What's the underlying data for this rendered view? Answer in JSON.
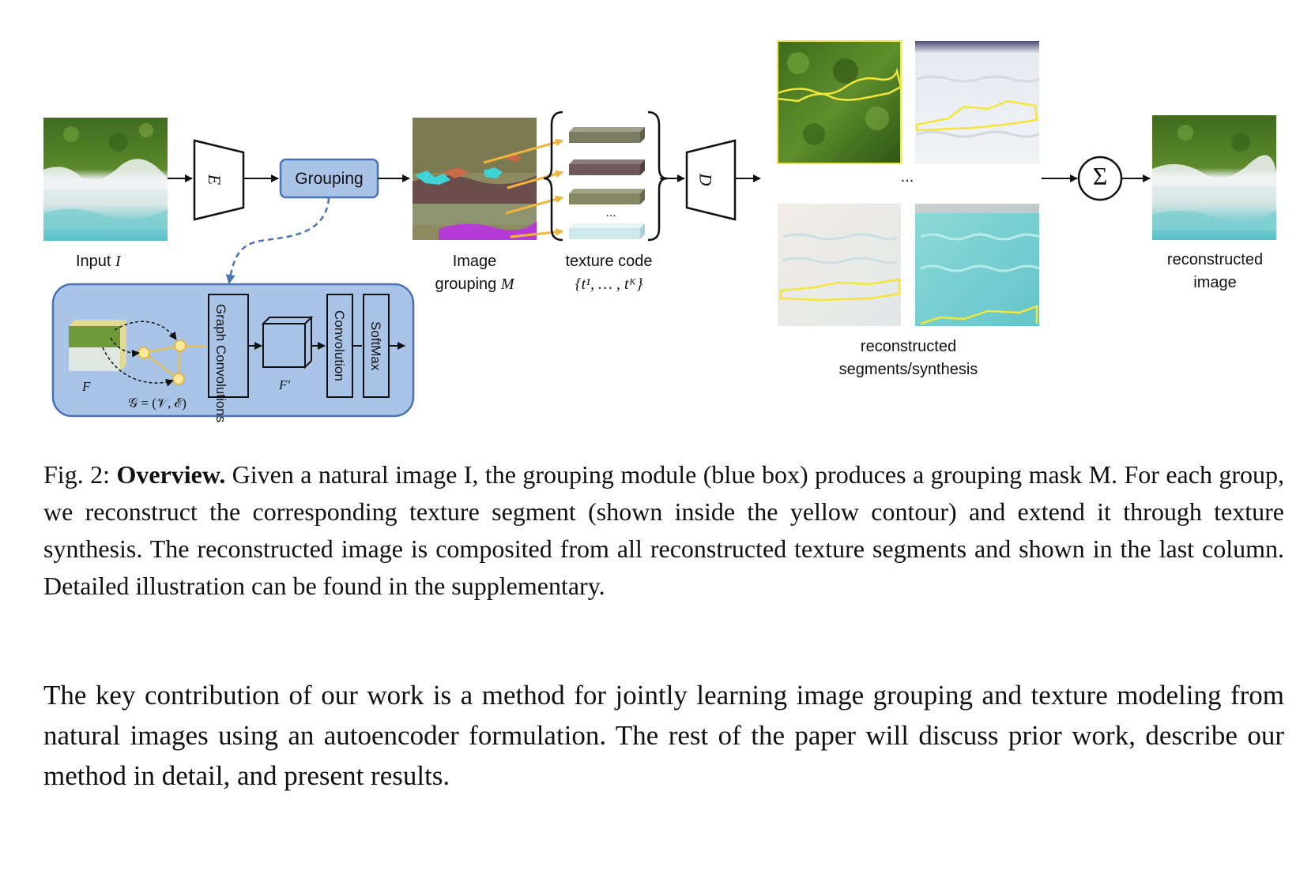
{
  "figure": {
    "input_label": "Input",
    "input_symbol": "I",
    "encoder_symbol": "E",
    "grouping_button": "Grouping",
    "image_grouping_label": "Image",
    "image_grouping_label2": "grouping",
    "image_grouping_symbol": "M",
    "texture_code_label": "texture code",
    "texture_code_formula": "{t¹, … , tᴷ}",
    "texture_ellipsis": "...",
    "decoder_symbol": "D",
    "segments_ellipsis": "...",
    "segments_label_line1": "reconstructed",
    "segments_label_line2": "segments/synthesis",
    "sum_symbol": "Σ",
    "reconstructed_label_line1": "reconstructed",
    "reconstructed_label_line2": "image",
    "module": {
      "feature_symbol": "F",
      "graph_formula": "𝒢 = (𝒱, ℰ)",
      "graph_conv_label": "Graph Convolutions",
      "feature_prime_symbol": "F′",
      "convolution_label": "Convolution",
      "softmax_label": "SoftMax"
    },
    "colors": {
      "module_fill": "#a9c4e6",
      "module_border": "#4a72b8",
      "contour": "#f2e63a",
      "arrow_yellow": "#f0b63c"
    }
  },
  "caption": {
    "fig_label": "Fig. 2:",
    "title": "Overview.",
    "text": "Given a natural image I, the grouping module (blue box) produces a grouping mask M. For each group, we reconstruct the corresponding texture segment (shown inside the yellow contour) and extend it through texture synthesis. The reconstructed image is composited from all reconstructed texture segments and shown in the last column. Detailed illustration can be found in the supplementary."
  },
  "body_text": "The key contribution of our work is a method for jointly learning image grouping and texture modeling from natural images using an autoencoder formulation. The rest of the paper will discuss prior work, describe our method in detail, and present results."
}
